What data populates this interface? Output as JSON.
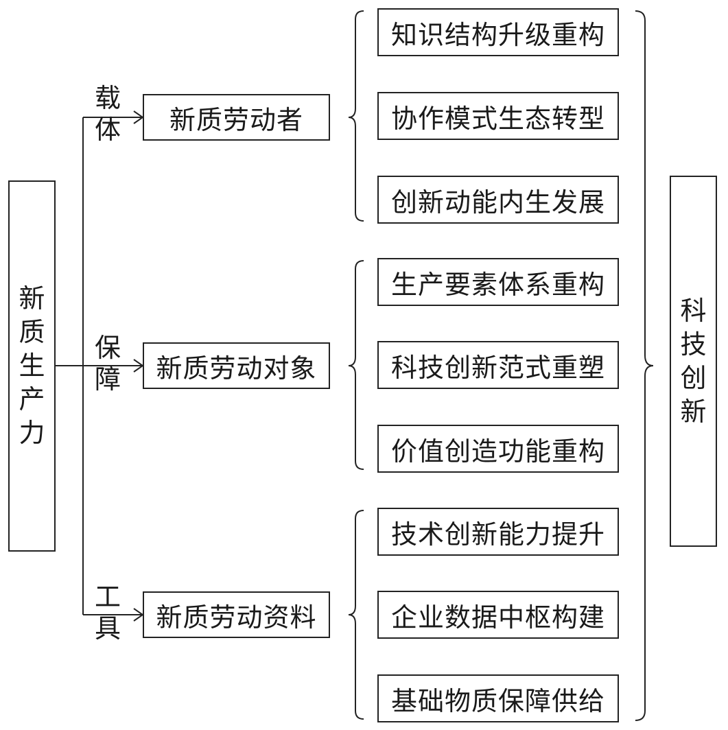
{
  "root": {
    "label": "新质生产力"
  },
  "target": {
    "label": "科技创新"
  },
  "branches": [
    {
      "relation": "载体",
      "label": "新质劳动者",
      "items": [
        "知识结构升级重构",
        "协作模式生态转型",
        "创新动能内生发展"
      ]
    },
    {
      "relation": "保障",
      "label": "新质劳动对象",
      "items": [
        "生产要素体系重构",
        "科技创新范式重塑",
        "价值创造功能重构"
      ]
    },
    {
      "relation": "工具",
      "label": "新质劳动资料",
      "items": [
        "技术创新能力提升",
        "企业数据中枢构建",
        "基础物质保障供给"
      ]
    }
  ],
  "colors": {
    "stroke": "#222222",
    "text": "#1a1a1a",
    "background": "#ffffff"
  }
}
